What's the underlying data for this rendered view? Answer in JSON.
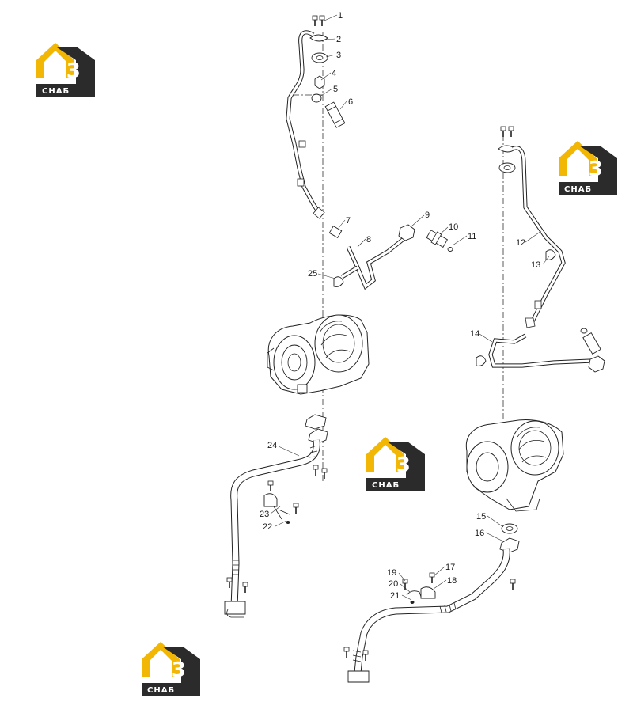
{
  "logo": {
    "letters": "H3",
    "text": "CHAБ",
    "colors": {
      "yellow": "#f2b705",
      "dark": "#2b2b2b",
      "white": "#ffffff"
    }
  },
  "parts": [
    {
      "id": "1",
      "label": "1"
    },
    {
      "id": "2",
      "label": "2"
    },
    {
      "id": "3",
      "label": "3"
    },
    {
      "id": "4",
      "label": "4"
    },
    {
      "id": "5",
      "label": "5"
    },
    {
      "id": "6",
      "label": "6"
    },
    {
      "id": "7",
      "label": "7"
    },
    {
      "id": "8",
      "label": "8"
    },
    {
      "id": "9",
      "label": "9"
    },
    {
      "id": "10",
      "label": "10"
    },
    {
      "id": "11",
      "label": "11"
    },
    {
      "id": "12",
      "label": "12"
    },
    {
      "id": "13",
      "label": "13"
    },
    {
      "id": "14",
      "label": "14"
    },
    {
      "id": "15",
      "label": "15"
    },
    {
      "id": "16",
      "label": "16"
    },
    {
      "id": "17",
      "label": "17"
    },
    {
      "id": "18",
      "label": "18"
    },
    {
      "id": "19",
      "label": "19"
    },
    {
      "id": "20",
      "label": "20"
    },
    {
      "id": "21",
      "label": "21"
    },
    {
      "id": "22",
      "label": "22"
    },
    {
      "id": "23",
      "label": "23"
    },
    {
      "id": "24",
      "label": "24"
    },
    {
      "id": "25",
      "label": "25"
    }
  ]
}
